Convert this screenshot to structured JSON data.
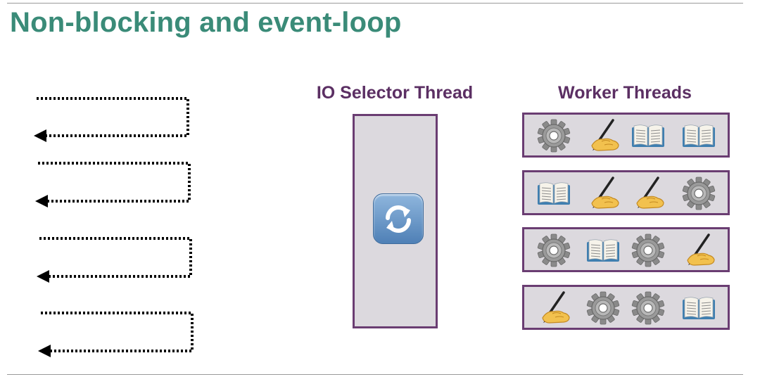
{
  "slide": {
    "title": "Non-blocking and event-loop"
  },
  "selector": {
    "heading": "IO Selector Thread",
    "icon": "refresh-icon"
  },
  "workers": {
    "heading": "Worker Threads",
    "rows": [
      [
        "gear-icon",
        "writing-hand-icon",
        "book-icon",
        "book-icon"
      ],
      [
        "book-icon",
        "writing-hand-icon",
        "writing-hand-icon",
        "gear-icon"
      ],
      [
        "gear-icon",
        "book-icon",
        "gear-icon",
        "writing-hand-icon"
      ],
      [
        "writing-hand-icon",
        "gear-icon",
        "gear-icon",
        "book-icon"
      ]
    ]
  },
  "colors": {
    "title": "#3a8b78",
    "heading": "#5b2f63",
    "box_fill": "#dcd9de",
    "box_border": "#6a3d72"
  }
}
